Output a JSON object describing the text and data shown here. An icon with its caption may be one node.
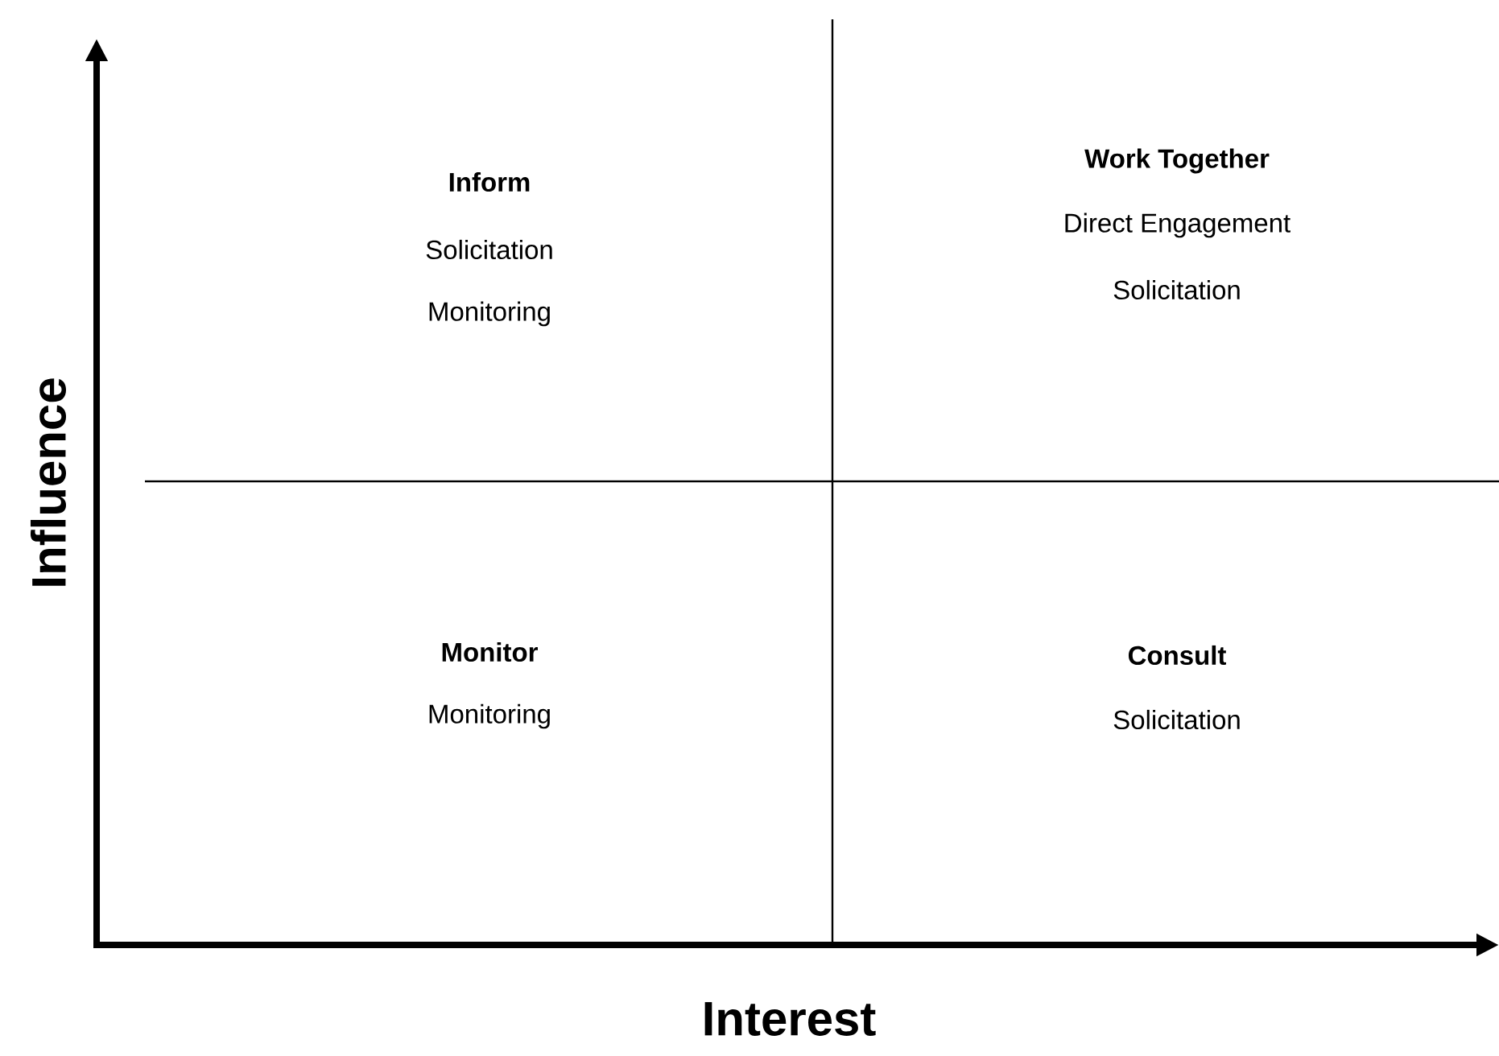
{
  "diagram": {
    "labels": [
      "Inform",
      "Solicitation",
      "Monitoring",
      "Work Together",
      "Direct Engagement",
      "Solicitation",
      "Monitor",
      "Monitoring",
      "Consult",
      "Solicitation",
      "Influence",
      "Interest"
    ]
  }
}
